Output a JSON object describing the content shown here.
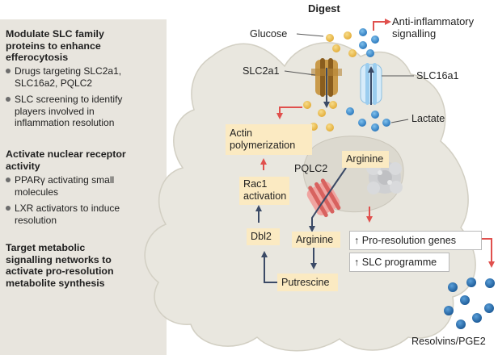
{
  "header": {
    "title": "Digest"
  },
  "sidebar": {
    "sections": [
      {
        "title_lines": [
          "Modulate SLC family",
          "proteins to enhance",
          "efferocytosis"
        ],
        "bullets": [
          {
            "lines": [
              "Drugs targeting SLC2a1,",
              "SLC16a2, PQLC2"
            ]
          },
          {
            "lines": [
              "SLC screening to identify",
              "players involved in",
              "inflammation resolution"
            ]
          }
        ]
      },
      {
        "title_lines": [
          "Activate nuclear receptor",
          "activity"
        ],
        "bullets": [
          {
            "lines": [
              "PPARγ activating small",
              "molecules"
            ]
          },
          {
            "lines": [
              "LXR activators to induce",
              "resolution"
            ]
          }
        ]
      },
      {
        "title_lines": [
          "Target metabolic",
          "signalling networks to",
          "activate pro-resolution",
          "metabolite synthesis"
        ],
        "bullets": []
      }
    ]
  },
  "diagram": {
    "labels": {
      "glucose": "Glucose",
      "slc2a1": "SLC2a1",
      "anti_inflammatory_1": "Anti-inflammatory",
      "anti_inflammatory_2": "signalling",
      "slc16a1": "SLC16a1",
      "lactate": "Lactate",
      "pqlc2": "PQLC2",
      "resolvins": "Resolvins/PGE2"
    },
    "boxes": {
      "actin_1": "Actin",
      "actin_2": "polymerization",
      "rac1_1": "Rac1",
      "rac1_2": "activation",
      "dbl2": "Dbl2",
      "arginine_lyso": "Arginine",
      "arginine_cyto": "Arginine",
      "putrescine": "Putrescine",
      "pro_resolution": "↑ Pro-resolution genes",
      "slc_programme": "↑ SLC programme"
    },
    "colors": {
      "cell_fill": "#e9e7df",
      "cell_edge": "#d2cfc3",
      "box_fill": "#fbeac2",
      "glucose_dot": "#e9b949",
      "lactate_dot": "#3a89c9",
      "resolvin_dot": "#2c6fad",
      "arrow_red": "#e0504d",
      "arrow_dark": "#3b4a66",
      "transporter_brown": "#a7782e",
      "transporter_blue": "#b9dcf4",
      "pqlc2_pink": "#e47e7e"
    }
  }
}
